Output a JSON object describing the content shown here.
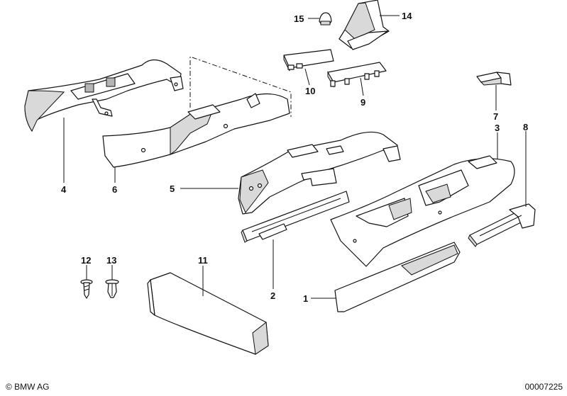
{
  "labels": {
    "p1": "1",
    "p2": "2",
    "p3": "3",
    "p4": "4",
    "p5": "5",
    "p6": "6",
    "p7": "7",
    "p8": "8",
    "p9": "9",
    "p10": "10",
    "p11": "11",
    "p12": "12",
    "p13": "13",
    "p14": "14",
    "p15": "15"
  },
  "footer": {
    "copyright": "© BMW AG",
    "doc_number": "00007225"
  },
  "colors": {
    "line": "#111111",
    "background": "#ffffff",
    "shade": "#d9d9d9"
  }
}
